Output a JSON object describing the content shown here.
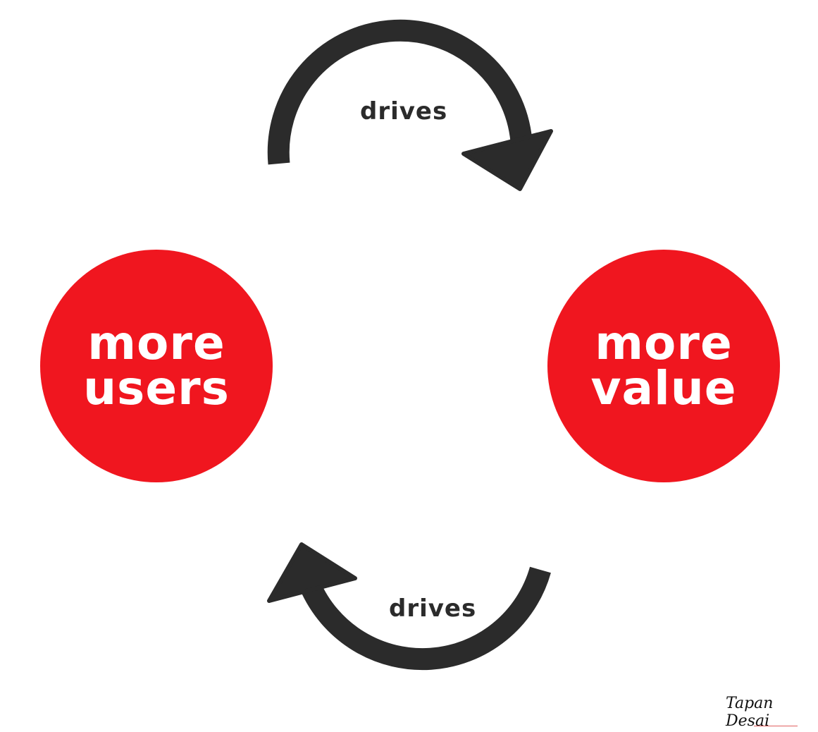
{
  "diagram": {
    "type": "flywheel-cycle",
    "colors": {
      "node_fill": "#f0161f",
      "node_text": "#ffffff",
      "arrow": "#2b2b2b",
      "label": "#2b2b2b",
      "background": "#ffffff"
    },
    "nodes": [
      {
        "id": "users",
        "line1": "more",
        "line2": "users"
      },
      {
        "id": "value",
        "line1": "more",
        "line2": "value"
      }
    ],
    "edges": [
      {
        "from": "users",
        "to": "value",
        "label": "drives",
        "position": "top"
      },
      {
        "from": "value",
        "to": "users",
        "label": "drives",
        "position": "bottom"
      }
    ]
  },
  "signature": {
    "text": "Tapan Desai"
  }
}
